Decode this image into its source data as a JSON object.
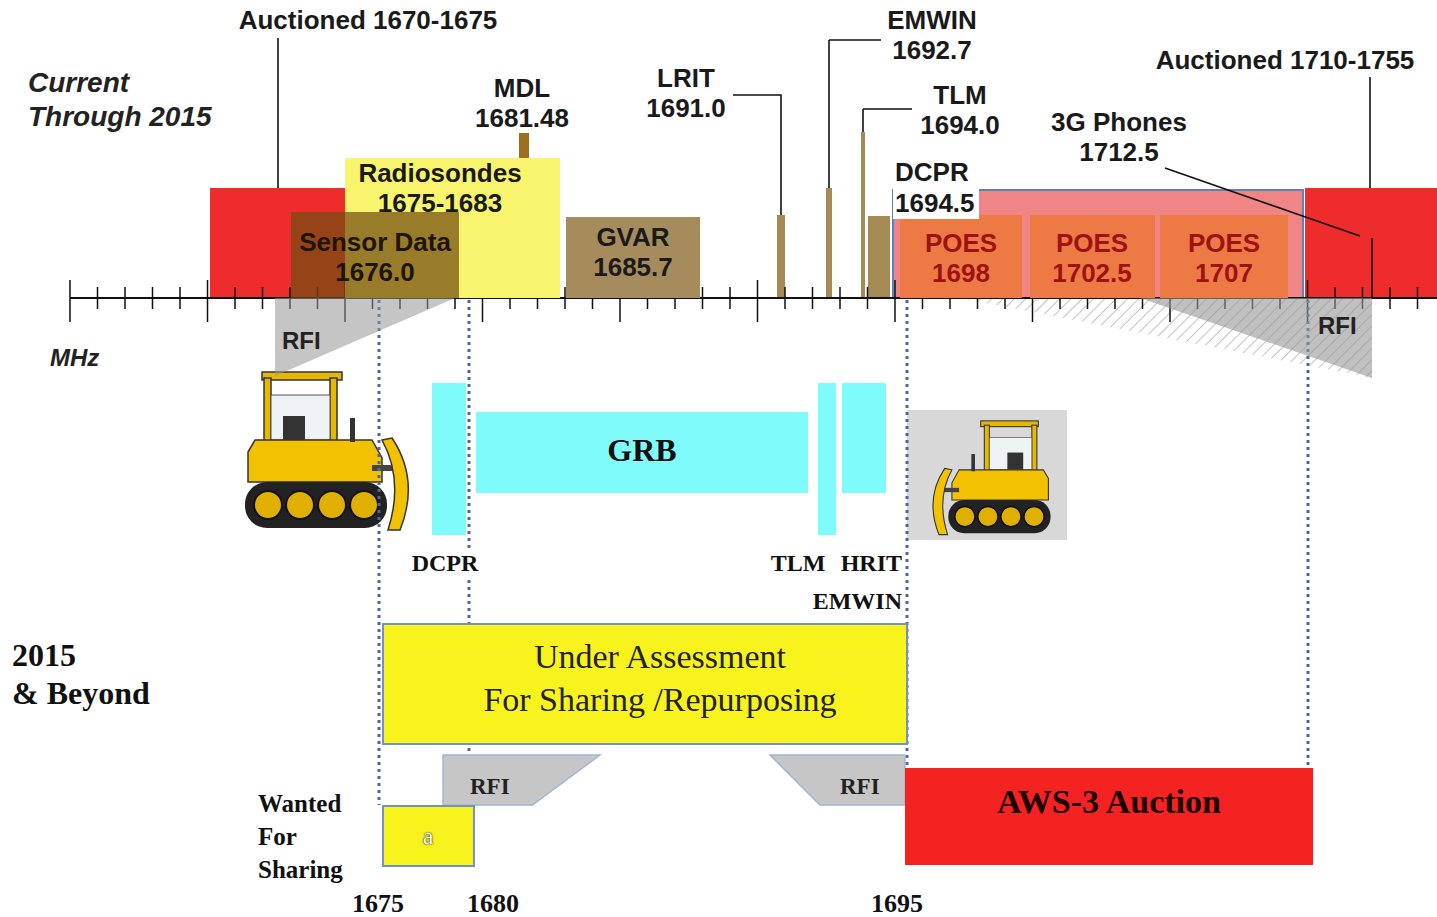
{
  "diagram": {
    "nodes": [
      {
        "text": [
          "Radiosondes 1675-1683"
        ]
      },
      {
        "text": [
          "Sensor Data 1676.0"
        ]
      },
      {
        "text": [
          "GVAR 1685.7"
        ]
      },
      {
        "text": [
          "POES 1698"
        ]
      },
      {
        "text": [
          "POES 1702.5"
        ]
      },
      {
        "text": [
          "POES 1707"
        ]
      },
      {
        "text": [
          "RFI"
        ]
      },
      {
        "text": [
          "RFI"
        ]
      },
      {
        "text": [
          "GRB"
        ]
      },
      {
        "text": [
          "Under Assessment For Sharing /Repurposing"
        ]
      },
      {
        "text": [
          "RFI"
        ]
      },
      {
        "text": [
          "RFI"
        ]
      },
      {
        "text": [
          "a"
        ]
      },
      {
        "text": [
          "AWS-3 Auction"
        ]
      }
    ],
    "labels": [
      "Current Through 2015",
      "Auctioned 1670-1675",
      "MDL 1681.48",
      "LRIT 1691.0",
      "EMWIN 1692.7",
      "TLM 1694.0",
      "DCPR 1694.5",
      "3G Phones 1712.5",
      "Auctioned 1710-1755",
      "MHz",
      "DCPR",
      "TLM",
      "HRIT",
      "EMWIN",
      "2015 & Beyond",
      "Wanted For Sharing",
      "1675",
      "1680",
      "1695"
    ]
  }
}
